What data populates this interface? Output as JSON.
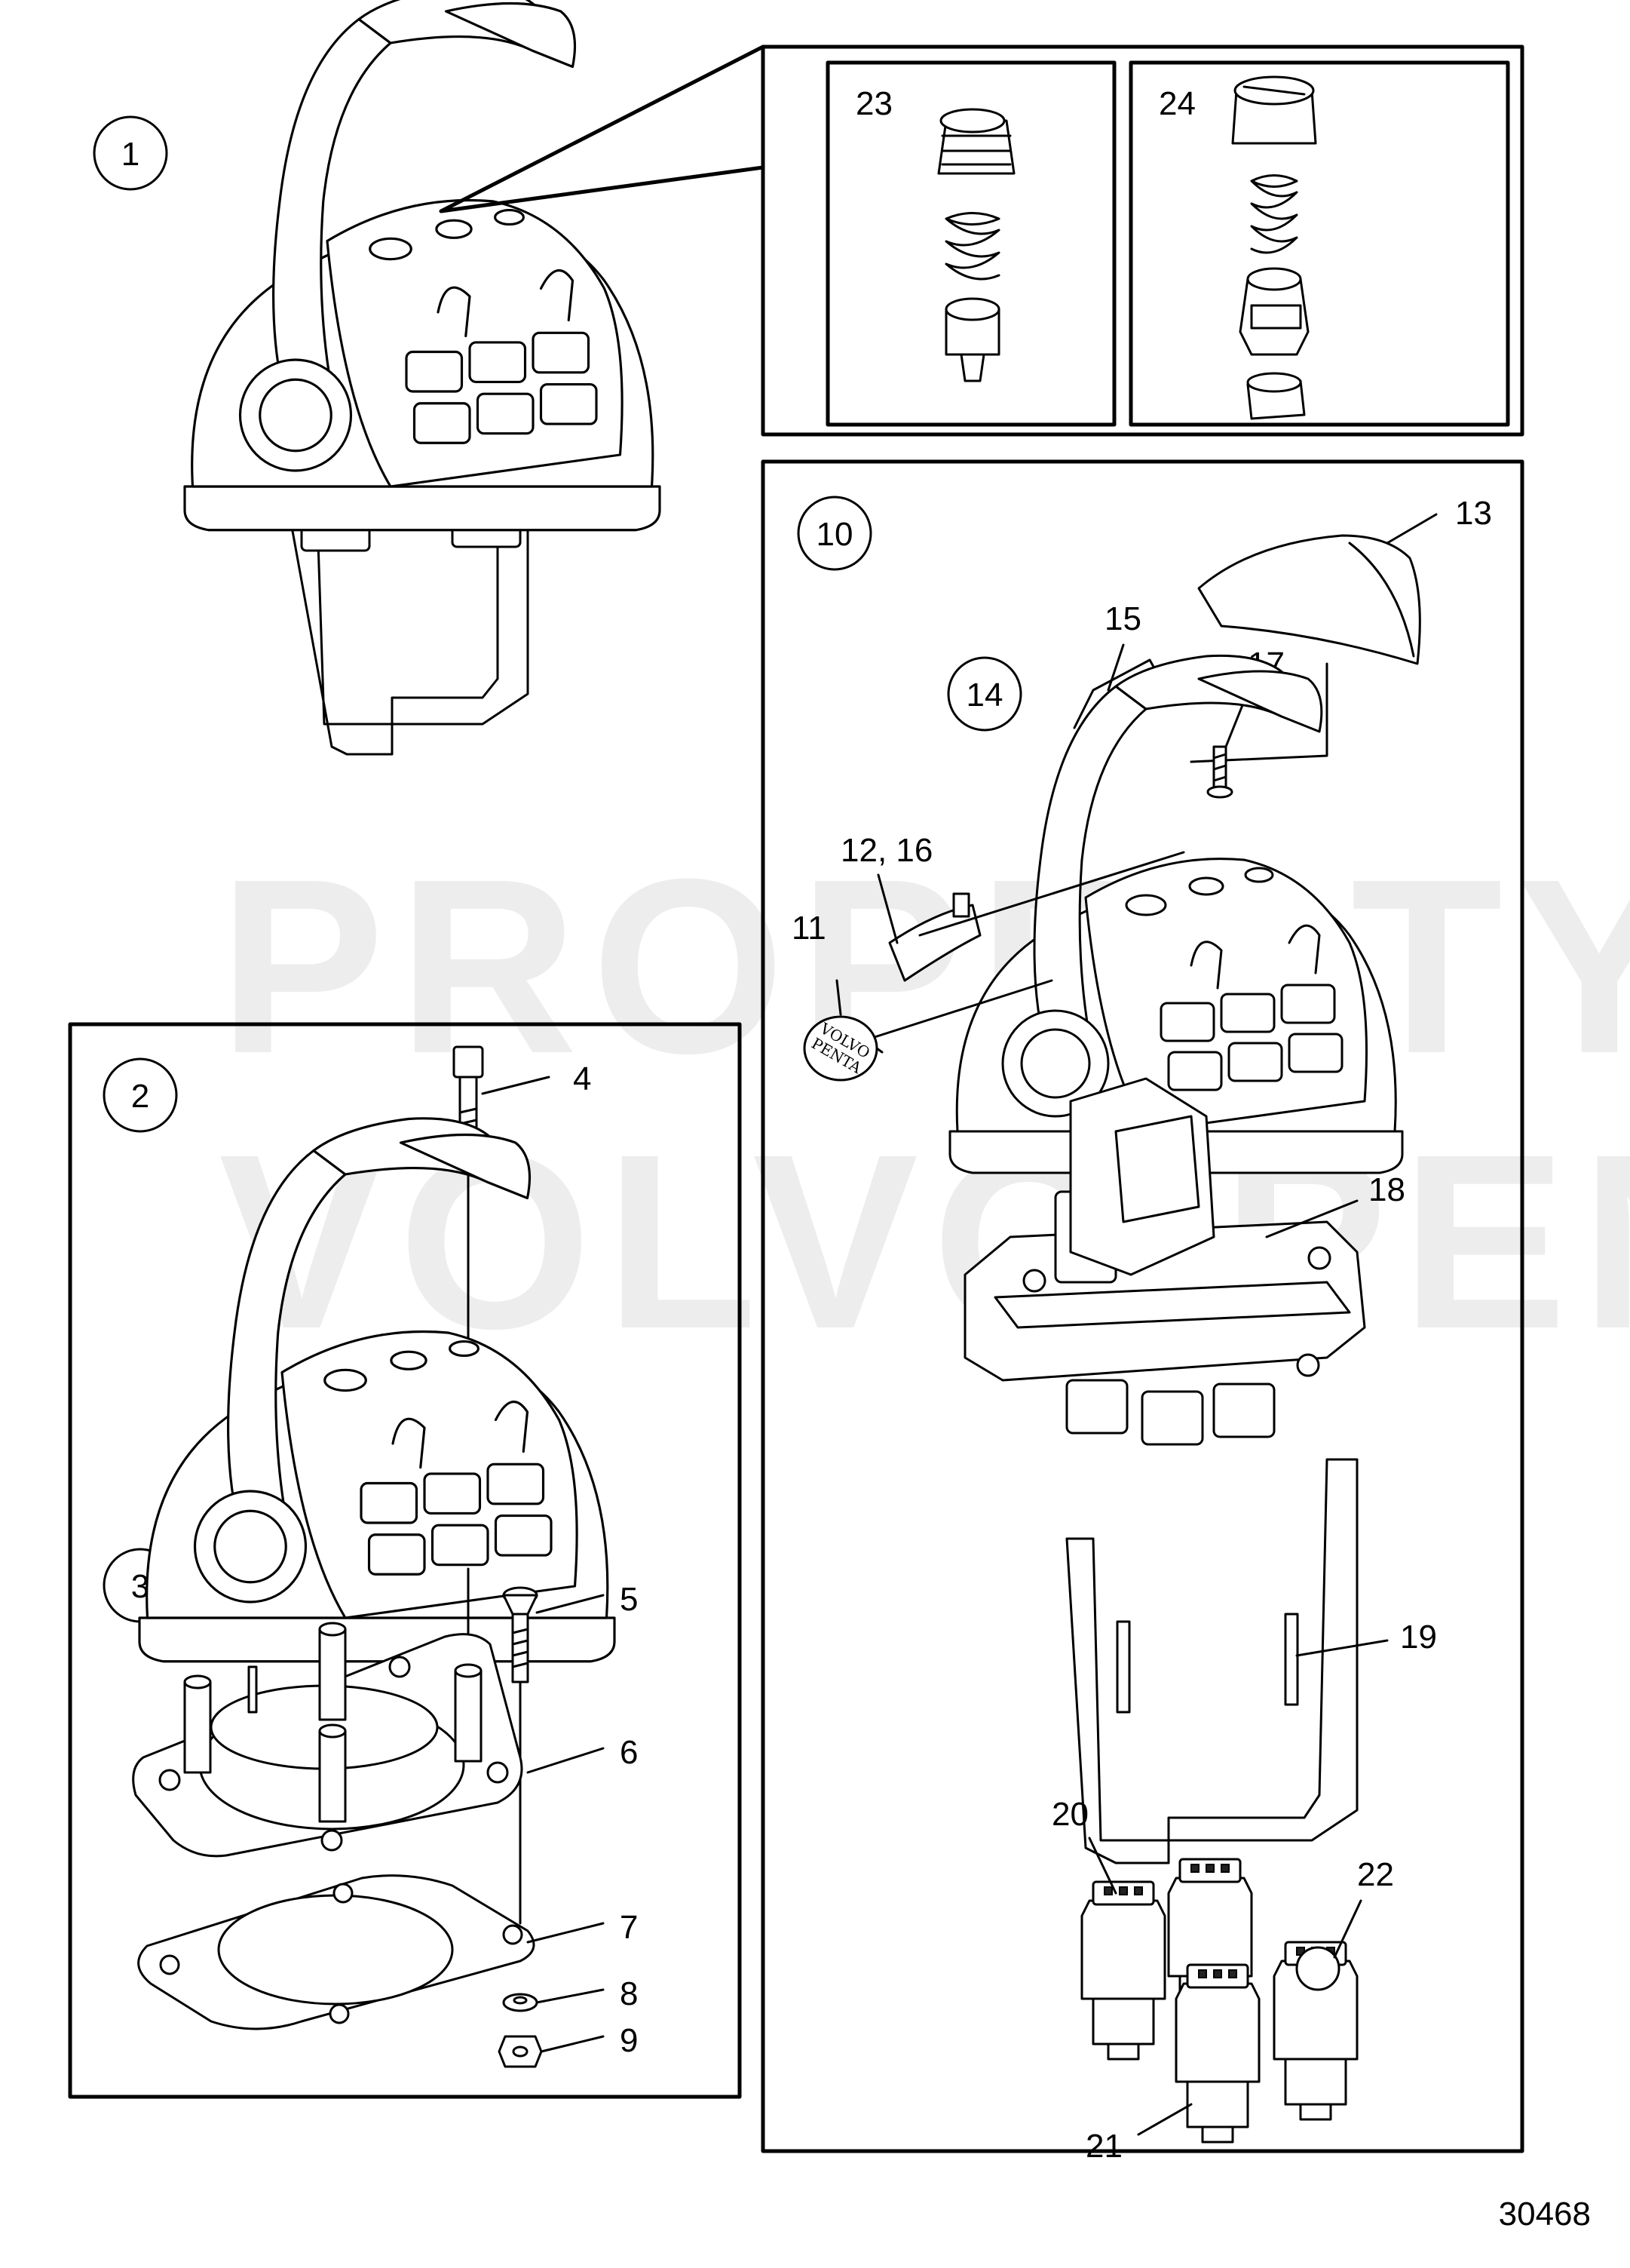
{
  "watermark": {
    "line1": "PROPERTY OF",
    "line2": "VOLVO PENTA"
  },
  "logo_text": {
    "line1": "VOLVO",
    "line2": "PENTA"
  },
  "circled_labels": {
    "c1": "1",
    "c2": "2",
    "c3": "3",
    "c10": "10",
    "c14": "14"
  },
  "callouts": {
    "n4": "4",
    "n5": "5",
    "n6": "6",
    "n7": "7",
    "n8": "8",
    "n9": "9",
    "n11": "11",
    "n12_16": "12, 16",
    "n13": "13",
    "n15": "15",
    "n17": "17",
    "n18": "18",
    "n19": "19",
    "n20": "20",
    "n21": "21",
    "n22": "22",
    "n23": "23",
    "n24": "24"
  },
  "drawing_number": "30468"
}
